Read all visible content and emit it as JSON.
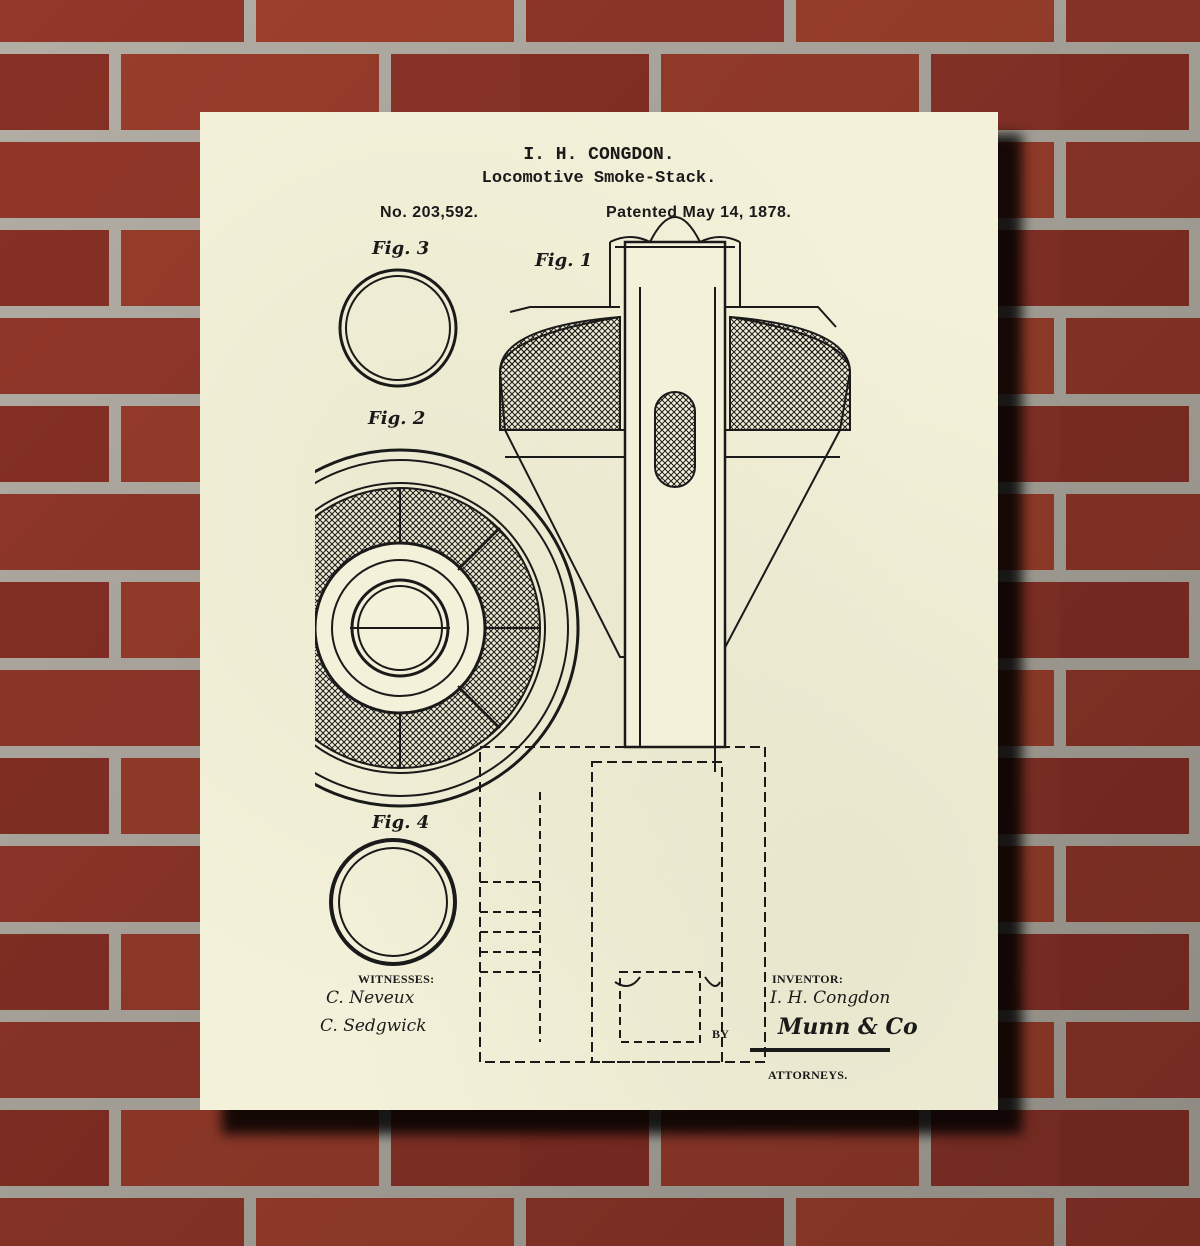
{
  "poster": {
    "inventor_name": "I. H. CONGDON.",
    "title": "Locomotive Smoke-Stack.",
    "patent_number": "No. 203,592.",
    "patent_date": "Patented May 14, 1878.",
    "figures": [
      "Fig. 3",
      "Fig. 2",
      "Fig. 1",
      "Fig. 4"
    ],
    "witnesses_label": "WITNESSES:",
    "witnesses": [
      "C. Neveux",
      "C. Sedgwick"
    ],
    "inventor_label": "INVENTOR:",
    "inventor_signature": "I. H. Congdon",
    "by_label": "BY",
    "attorney_signature": "Munn & Co",
    "attorneys_label": "ATTORNEYS."
  },
  "colors": {
    "paper": "#f3f1d9",
    "ink": "#1a1a1a",
    "brick": "#9c3a2c",
    "mortar": "#bdb8ae"
  }
}
